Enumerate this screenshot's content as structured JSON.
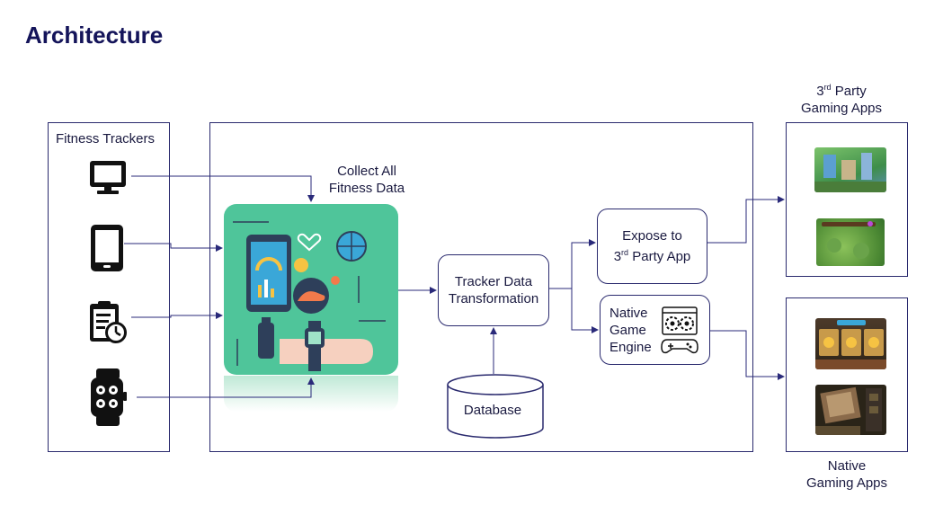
{
  "title": "Architecture",
  "fitness_trackers": {
    "label": "Fitness Trackers",
    "devices": [
      {
        "icon": "monitor-icon"
      },
      {
        "icon": "tablet-icon"
      },
      {
        "icon": "clipboard-clock-icon"
      },
      {
        "icon": "smartwatch-icon"
      }
    ]
  },
  "collect": {
    "line1": "Collect All",
    "line2": "Fitness Data",
    "illustration": "fitness-app-illustration"
  },
  "transformation": {
    "line1": "Tracker Data",
    "line2": "Transformation"
  },
  "database": {
    "label": "Database"
  },
  "expose": {
    "line1": "Expose to",
    "line2_prefix": "3",
    "line2_sup": "rd",
    "line2_suffix": " Party App"
  },
  "native_engine": {
    "line1": "Native",
    "line2": "Game",
    "line3": "Engine",
    "icon": "game-engine-icon"
  },
  "third_party_apps": {
    "prefix": "3",
    "sup": "rd",
    "line1_suffix": " Party",
    "line2": "Gaming Apps"
  },
  "native_apps": {
    "line1": "Native",
    "line2": "Gaming Apps"
  },
  "colors": {
    "border": "#2a2a6e",
    "arrow": "#2a2a7a",
    "illustration_bg": "#4fc59a",
    "title": "#14145a"
  }
}
